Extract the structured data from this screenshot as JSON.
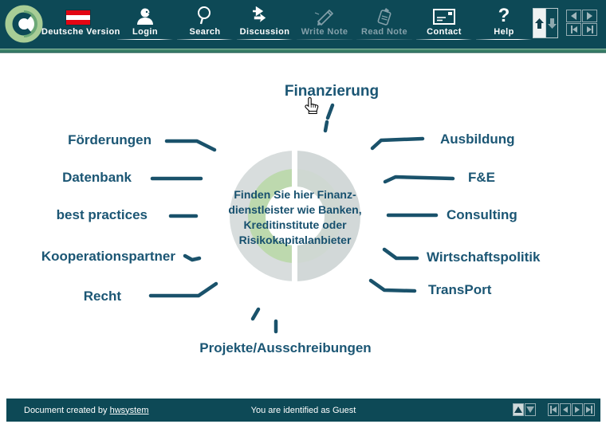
{
  "header": {
    "nav_items": [
      {
        "label": "Deutsche Version",
        "icon": "austria-flag-icon",
        "enabled": true
      },
      {
        "label": "Login",
        "icon": "login-person-icon",
        "enabled": true
      },
      {
        "label": "Search",
        "icon": "search-icon",
        "enabled": true
      },
      {
        "label": "Discussion",
        "icon": "discussion-arrows-icon",
        "enabled": true
      },
      {
        "label": "Write Note",
        "icon": "write-note-pencil-icon",
        "enabled": false
      },
      {
        "label": "Read Note",
        "icon": "read-note-icon",
        "enabled": false
      },
      {
        "label": "Contact",
        "icon": "contact-envelope-icon",
        "enabled": true
      },
      {
        "label": "Help",
        "icon": "help-question-icon",
        "enabled": true
      }
    ],
    "help_glyph": "?",
    "toolbar_icons": [
      "scroll-up-icon",
      "scroll-down-icon",
      "page-left-icon",
      "page-right-icon",
      "page-first-icon",
      "page-last-icon"
    ]
  },
  "diagram": {
    "top": "Finanzierung",
    "left": [
      "Förderungen",
      "Datenbank",
      "best practices",
      "Kooperationspartner",
      "Recht"
    ],
    "right": [
      "Ausbildung",
      "F&E",
      "Consulting",
      "Wirtschaftspolitik",
      "TransPort"
    ],
    "bottom": "Projekte/Ausschreibungen",
    "center_lines": [
      "Finden Sie hier Finanz-",
      "dienstleister wie Banken,",
      "Kreditinstitute oder",
      "Risikokapitalanbieter"
    ]
  },
  "footer": {
    "created_prefix": "Document created by ",
    "created_link": "hwsystem",
    "identity_text": "You are identified as Guest",
    "pager_icons": [
      "up-triangle-icon",
      "down-triangle-icon",
      "first-page-icon",
      "prev-page-icon",
      "next-page-icon",
      "last-page-icon"
    ]
  },
  "colors": {
    "header_bg": "#0d4956",
    "accent_green_band": "#3d8168",
    "topic_text": "#1b5674",
    "connector_line": "#1a526b",
    "center_text": "#17506e",
    "watermark_gray": "#d8dddd",
    "watermark_green": "#bdd9ae",
    "disabled_text": "#84a0aa",
    "flag_red": "#e20613"
  }
}
